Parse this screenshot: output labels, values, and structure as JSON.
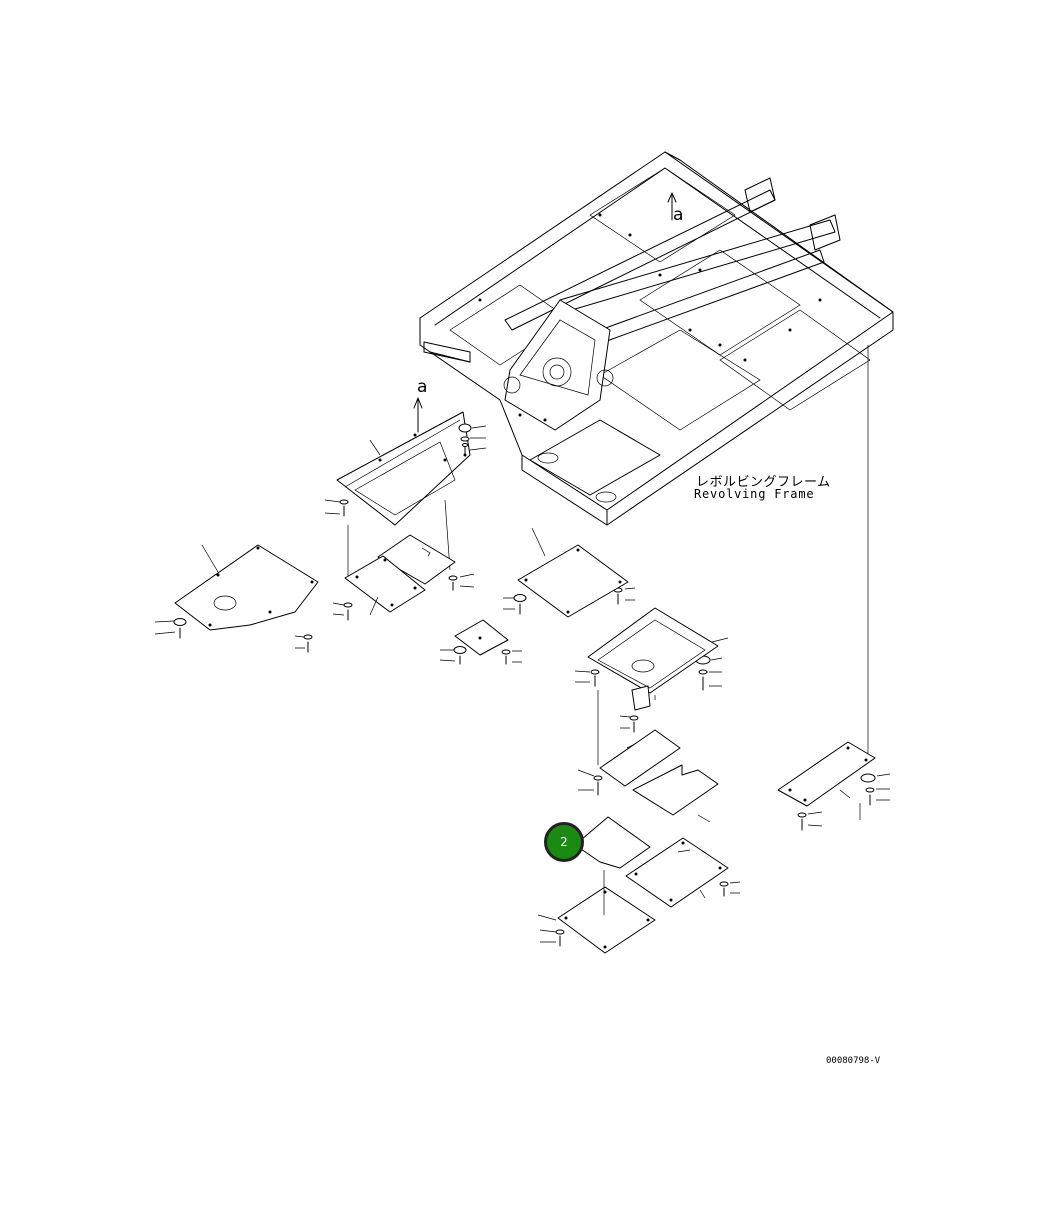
{
  "diagram": {
    "frame_label_jp": "レボルビングフレーム",
    "frame_label_en": "Revolving Frame",
    "view_marker_1": "a",
    "view_marker_2": "a",
    "drawing_code": "00080798-V",
    "callout_number": "2",
    "callout_color": "#1b8a14"
  }
}
